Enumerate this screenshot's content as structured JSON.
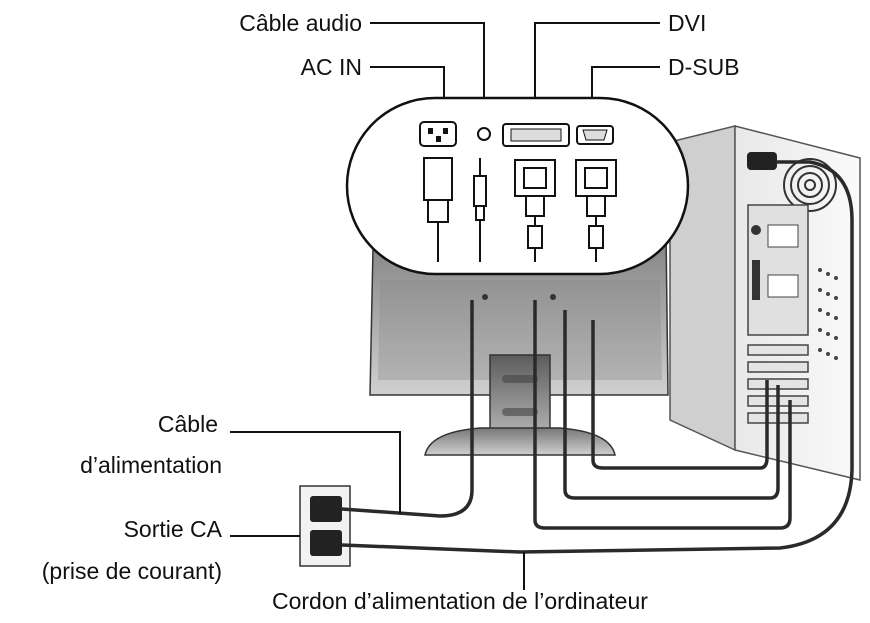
{
  "labels": {
    "audio_cable": "Câble audio",
    "ac_in": "AC IN",
    "dvi": "DVI",
    "dsub": "D-SUB",
    "power_cable_line1": "Câble",
    "power_cable_line2": "d’alimentation",
    "outlet_line1": "Sortie CA",
    "outlet_line2": "(prise de courant)",
    "computer_power_cord": "Cordon d’alimentation de l’ordinateur"
  },
  "colors": {
    "line": "#111111",
    "cable": "#2a2a2a",
    "monitor_dark": "#6e6e6e",
    "monitor_light": "#d9d9d9",
    "pc_case": "#f4f4f4"
  }
}
